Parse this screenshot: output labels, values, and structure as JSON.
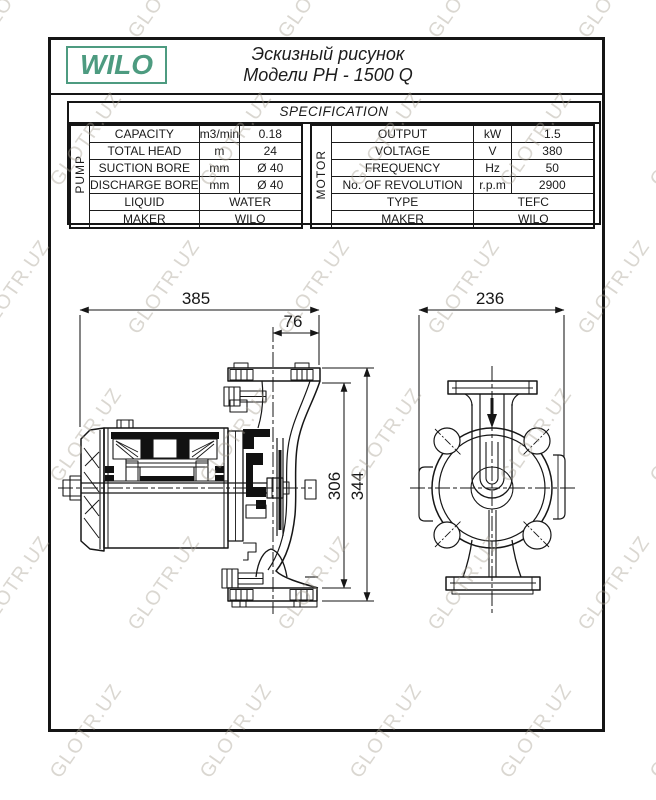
{
  "page": {
    "title_line1": "Эскизный рисунок",
    "title_line2": "Модели PH - 1500 Q"
  },
  "logo": {
    "text": "WILO",
    "color": "#4d9b80"
  },
  "watermark": {
    "text": "GLOTR.UZ"
  },
  "spec_table": {
    "title": "SPECIFICATION",
    "pump": {
      "group_label": "PUMP",
      "rows": [
        {
          "label": "CAPACITY",
          "unit": "m3/min",
          "value": "0.18"
        },
        {
          "label": "TOTAL HEAD",
          "unit": "m",
          "value": "24"
        },
        {
          "label": "SUCTION BORE",
          "unit": "mm",
          "value": "Ø 40"
        },
        {
          "label": "DISCHARGE BORE",
          "unit": "mm",
          "value": "Ø 40"
        },
        {
          "label": "LIQUID",
          "value": "WATER"
        },
        {
          "label": "MAKER",
          "value": "WILO"
        }
      ]
    },
    "motor": {
      "group_label": "MOTOR",
      "rows": [
        {
          "label": "OUTPUT",
          "unit": "kW",
          "value": "1.5"
        },
        {
          "label": "VOLTAGE",
          "unit": "V",
          "value": "380"
        },
        {
          "label": "FREQUENCY",
          "unit": "Hz",
          "value": "50"
        },
        {
          "label": "No. OF REVOLUTION",
          "unit": "r.p.m",
          "value": "2900"
        },
        {
          "label": "TYPE",
          "value": "TEFC"
        },
        {
          "label": "MAKER",
          "value": "WILO"
        }
      ]
    }
  },
  "drawing": {
    "side_view": {
      "dims": {
        "width_total": "385",
        "width_flange": "76",
        "height_inner": "306",
        "height_total": "344"
      }
    },
    "front_view": {
      "dims": {
        "width_total": "236"
      }
    }
  }
}
